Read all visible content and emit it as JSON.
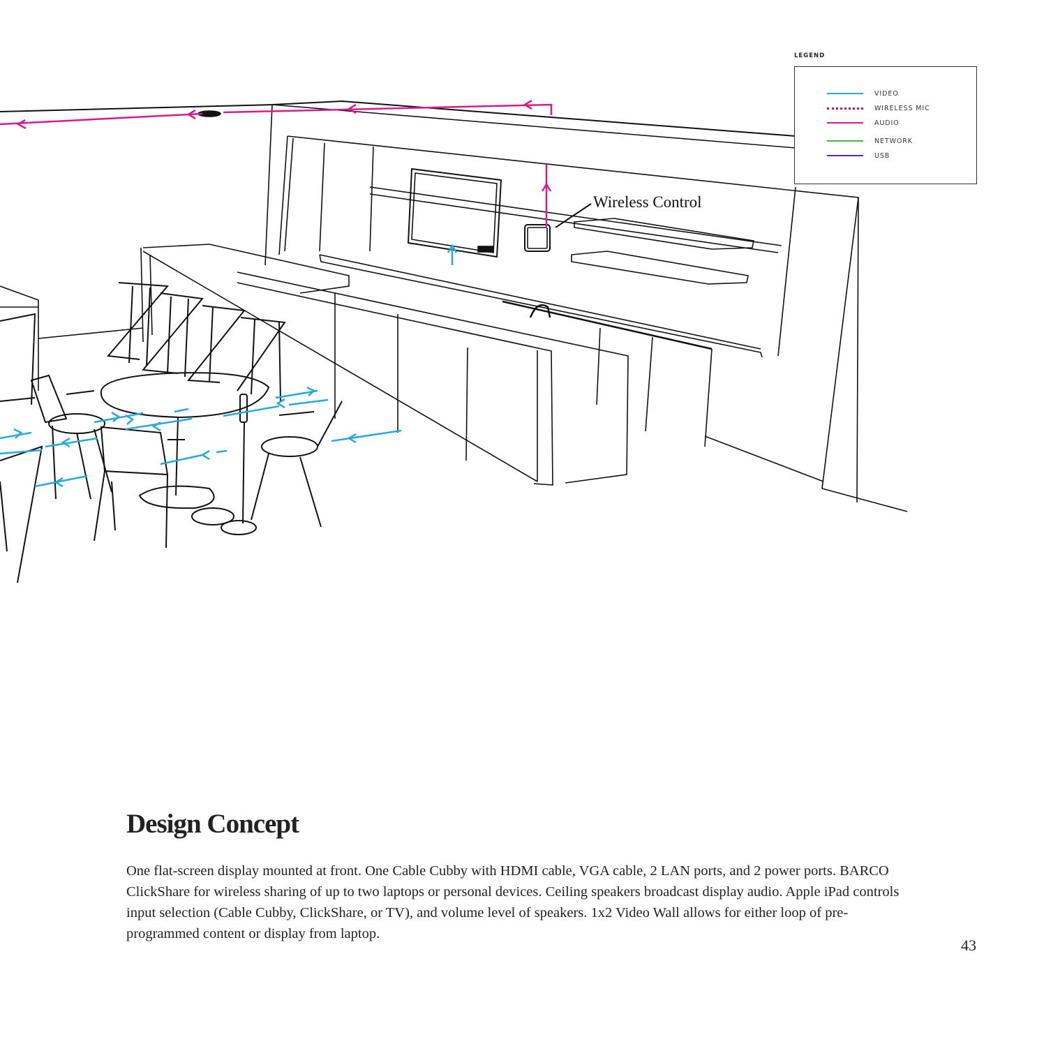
{
  "legend": {
    "title": "LEGEND",
    "items": [
      {
        "label": "VIDEO",
        "color": "#29a8dc",
        "style": "solid"
      },
      {
        "label": "WIRELESS MIC",
        "color": "#c2185b",
        "style": "dotted"
      },
      {
        "label": "AUDIO",
        "color": "#d81b8c",
        "style": "solid"
      },
      {
        "label": "NETWORK",
        "color": "#4caf50",
        "style": "solid"
      },
      {
        "label": "USB",
        "color": "#512da8",
        "style": "solid"
      }
    ]
  },
  "drawing": {
    "callout_label": "Wireless Control",
    "video_color": "#29a8dc",
    "audio_color": "#d81b8c"
  },
  "section": {
    "title": "Design Concept",
    "body": "One flat-screen display mounted at front.  One Cable Cubby with HDMI cable, VGA cable, 2 LAN ports, and 2 power ports.  BARCO ClickShare for wireless sharing of up to two laptops or personal devices. Ceiling speakers broadcast display audio. Apple iPad controls input selection (Cable Cubby, ClickShare, or TV), and volume level of speakers. 1x2 Video Wall allows for either loop of pre-programmed content or display from laptop."
  },
  "page_number": "43"
}
